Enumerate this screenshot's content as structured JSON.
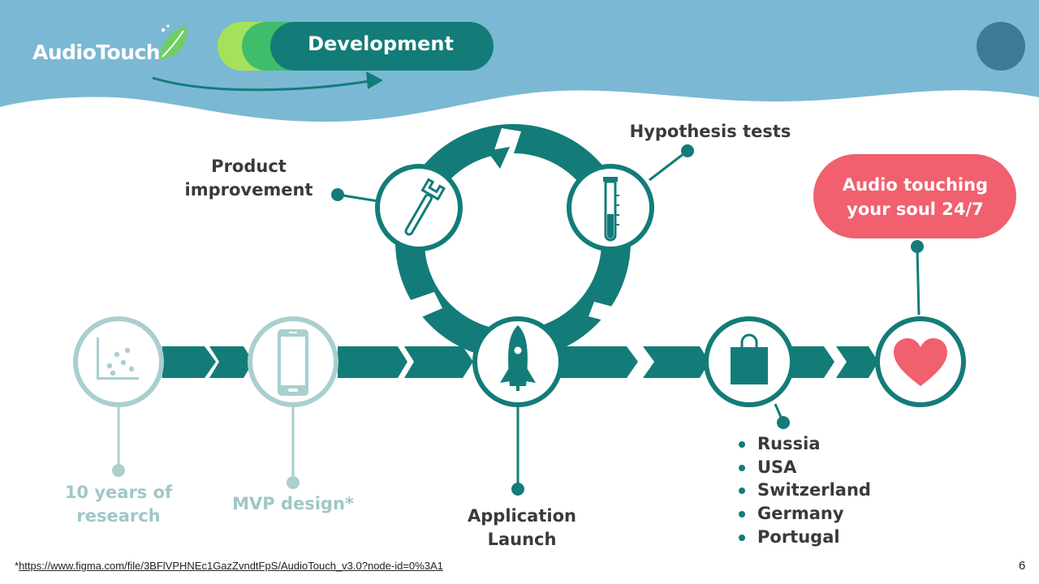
{
  "header": {
    "brand": "AudioTouch",
    "stage_label": "Development"
  },
  "cycle": {
    "product_improvement": "Product\nimprovement",
    "hypothesis_tests": "Hypothesis tests"
  },
  "timeline": {
    "research": "10 years of\nresearch",
    "mvp": "MVP design*",
    "launch": "Application\nLaunch",
    "goal": "Audio touching\nyour soul 24/7"
  },
  "markets": [
    "Russia",
    "USA",
    "Switzerland",
    "Germany",
    "Portugal"
  ],
  "footnote": {
    "marker": "*",
    "link": "https://www.figma.com/file/3BFlVPHNEc1GazZvndtFpS/AudioTouch_v3.0?node-id=0%3A1"
  },
  "page_number": "6",
  "colors": {
    "teal": "#137c78",
    "faded_teal": "#a9cfcf",
    "header_blue": "#7bb8d3",
    "accent_red": "#f0606e",
    "lime": "#a4e25c",
    "green": "#3fbd6a"
  },
  "icons": {
    "brand": "leaf-icon",
    "research": "scatter-chart-icon",
    "mvp": "smartphone-icon",
    "improvement": "wrench-icon",
    "hypothesis": "test-tube-icon",
    "launch": "rocket-icon",
    "markets": "shopping-bag-icon",
    "goal": "heart-icon"
  }
}
